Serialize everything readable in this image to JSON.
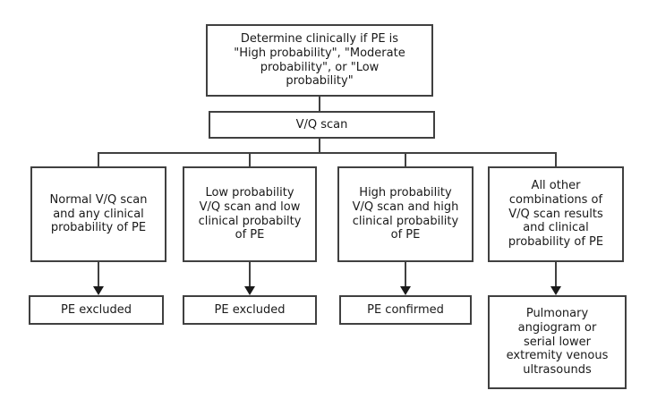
{
  "colors": {
    "background": "#ffffff",
    "box_fill": "#ffffff",
    "box_border": "#404040",
    "connector": "#404040",
    "arrowhead": "#1a1a1a",
    "text": "#1a1a1a"
  },
  "flowchart": {
    "nodes": {
      "clinical_assessment": {
        "lines": [
          "Determine clinically if PE is",
          "\"High probability\", \"Moderate",
          "probability\", or \"Low",
          "probability\""
        ]
      },
      "vq_scan": {
        "lines": [
          "V/Q scan"
        ]
      },
      "normal_scan_any_clinical": {
        "lines": [
          "Normal V/Q scan",
          "and any clinical",
          "probability of PE"
        ]
      },
      "low_scan_low_clinical": {
        "lines": [
          "Low probability",
          "V/Q scan and low",
          "clinical probabilty",
          "of PE"
        ]
      },
      "high_scan_high_clinical": {
        "lines": [
          "High probability",
          "V/Q scan and high",
          "clinical probability",
          "of PE"
        ]
      },
      "all_other_combinations": {
        "lines": [
          "All other",
          "combinations of",
          "V/Q scan results",
          "and clinical",
          "probability of PE"
        ]
      },
      "outcome_excluded_1": {
        "lines": [
          "PE excluded"
        ]
      },
      "outcome_excluded_2": {
        "lines": [
          "PE excluded"
        ]
      },
      "outcome_confirmed": {
        "lines": [
          "PE confirmed"
        ]
      },
      "outcome_further_testing": {
        "lines": [
          "Pulmonary",
          "angiogram or",
          "serial lower",
          "extremity venous",
          "ultrasounds"
        ]
      }
    }
  }
}
